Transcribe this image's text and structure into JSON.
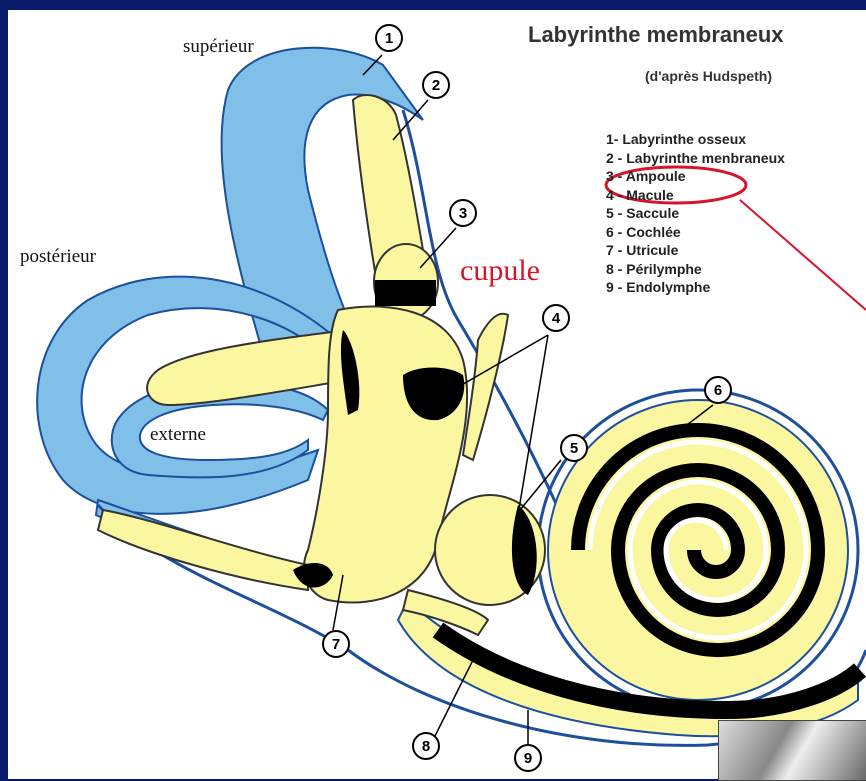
{
  "title": "Labyrinthe membraneux",
  "subtitle": "(d'après Hudspeth)",
  "legend": [
    "1- Labyrinthe osseux",
    "2 - Labyrinthe menbraneux",
    "3 - Ampoule",
    "4 - Macule",
    "5 - Saccule",
    "6 - Cochlée",
    "7 - Utricule",
    "8 - Périlymphe",
    "9 - Endolymphe"
  ],
  "canal_labels": {
    "superieur": "supérieur",
    "posterieur": "postérieur",
    "externe": "externe"
  },
  "annotation": "cupule",
  "markers": [
    "1",
    "2",
    "3",
    "4",
    "5",
    "6",
    "7",
    "8",
    "9"
  ],
  "colors": {
    "frame": "#0a1a6b",
    "perilymph": "#7fbfe8",
    "endolymph": "#fbf7a0",
    "highlight": "#d8142a"
  }
}
